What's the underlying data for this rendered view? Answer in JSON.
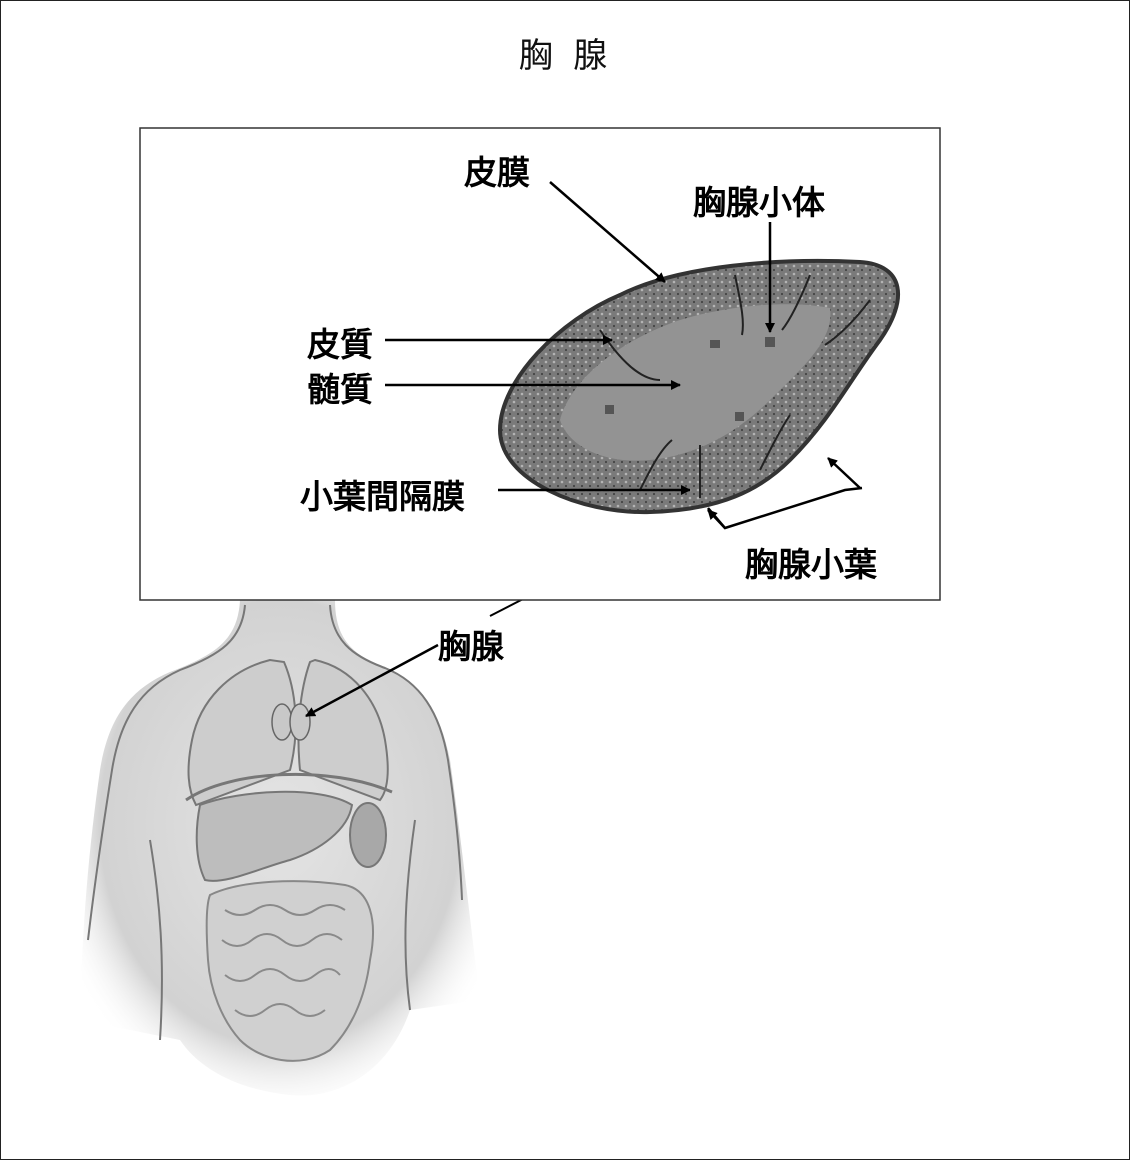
{
  "title": "胸 腺",
  "labels": {
    "capsule": "皮膜",
    "corpuscle": "胸腺小体",
    "cortex": "皮質",
    "medulla": "髄質",
    "septum": "小葉間隔膜",
    "lobule": "胸腺小葉",
    "thymus": "胸腺"
  },
  "colors": {
    "lobe_fill": "#9a9a9a",
    "cortex_fill": "#6e6e6e",
    "body_fill": "#d4d4d4",
    "organ_fill": "#c6c6c6",
    "line": "#000000"
  }
}
